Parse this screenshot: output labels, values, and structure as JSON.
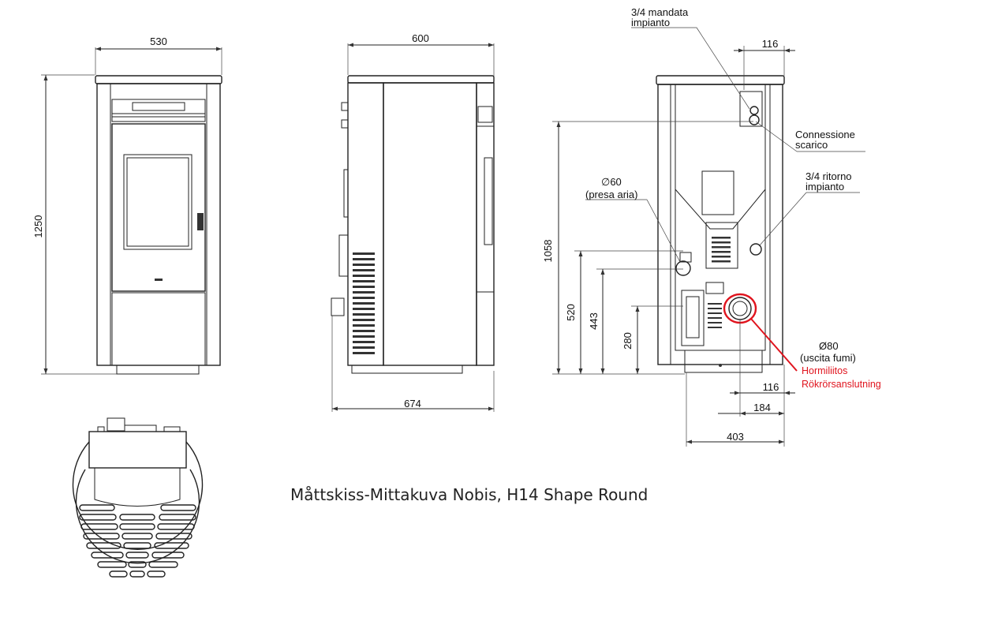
{
  "dimensions": {
    "front_width": "530",
    "front_height": "1250",
    "side_width_top": "600",
    "side_depth_bottom": "674",
    "rear_offset_top": "116",
    "rear_height_outlet": "1058",
    "rear_height_air": "520",
    "rear_height_return": "443",
    "rear_height_flue": "280",
    "rear_offset_116_bottom": "116",
    "rear_offset_184": "184",
    "rear_width_403": "403"
  },
  "labels": {
    "mandata_line1": "3/4 mandata",
    "mandata_line2": "impianto",
    "scarico_line1": "Connessione",
    "scarico_line2": "scarico",
    "ritorno_line1": "3/4 ritorno",
    "ritorno_line2": "impianto",
    "air_line1": "∅60",
    "air_line2": "(presa aria)",
    "flue_line1": "Ø80",
    "flue_line2": "(uscita fumi)",
    "flue_fi": "Hormiliitos",
    "flue_sv": "Rökrörsanslutning"
  },
  "caption": "Måttskiss-Mittakuva Nobis, H14 Shape Round",
  "colors": {
    "highlight": "#e0141e",
    "line": "#222222"
  }
}
